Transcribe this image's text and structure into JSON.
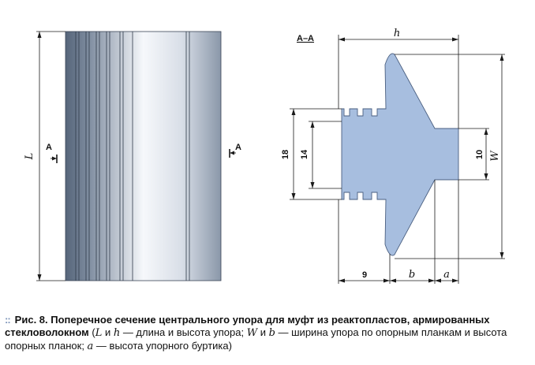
{
  "diagram": {
    "left_view": {
      "length_label": "L",
      "section_mark_left": "A",
      "section_mark_right": "A"
    },
    "section_view": {
      "title": "A–A",
      "dim_h": "h",
      "dim_W": "W",
      "dim_18": "18",
      "dim_14": "14",
      "dim_10": "10",
      "dim_9": "9",
      "dim_b": "b",
      "dim_a": "a"
    },
    "colors": {
      "section_fill": "#a7bedf",
      "section_stroke": "#4a5f80",
      "body_dark": "#5f6e80",
      "body_light": "#f4f6f9"
    }
  },
  "caption": {
    "dots": "::",
    "fig_no": "Рис. 8.",
    "title": "Поперечное сечение центрального упора для муфт из реактопластов, армированных стекловолокном",
    "p1": " (",
    "L": "L",
    "p2": " и ",
    "h": "h",
    "p3": " — длина и высота упора; ",
    "W": "W",
    "p4": " и ",
    "b": "b",
    "p5": " — ширина упора по опорным планкам и высота опорных планок; ",
    "a": "a",
    "p6": " — высота упорного буртика)"
  }
}
